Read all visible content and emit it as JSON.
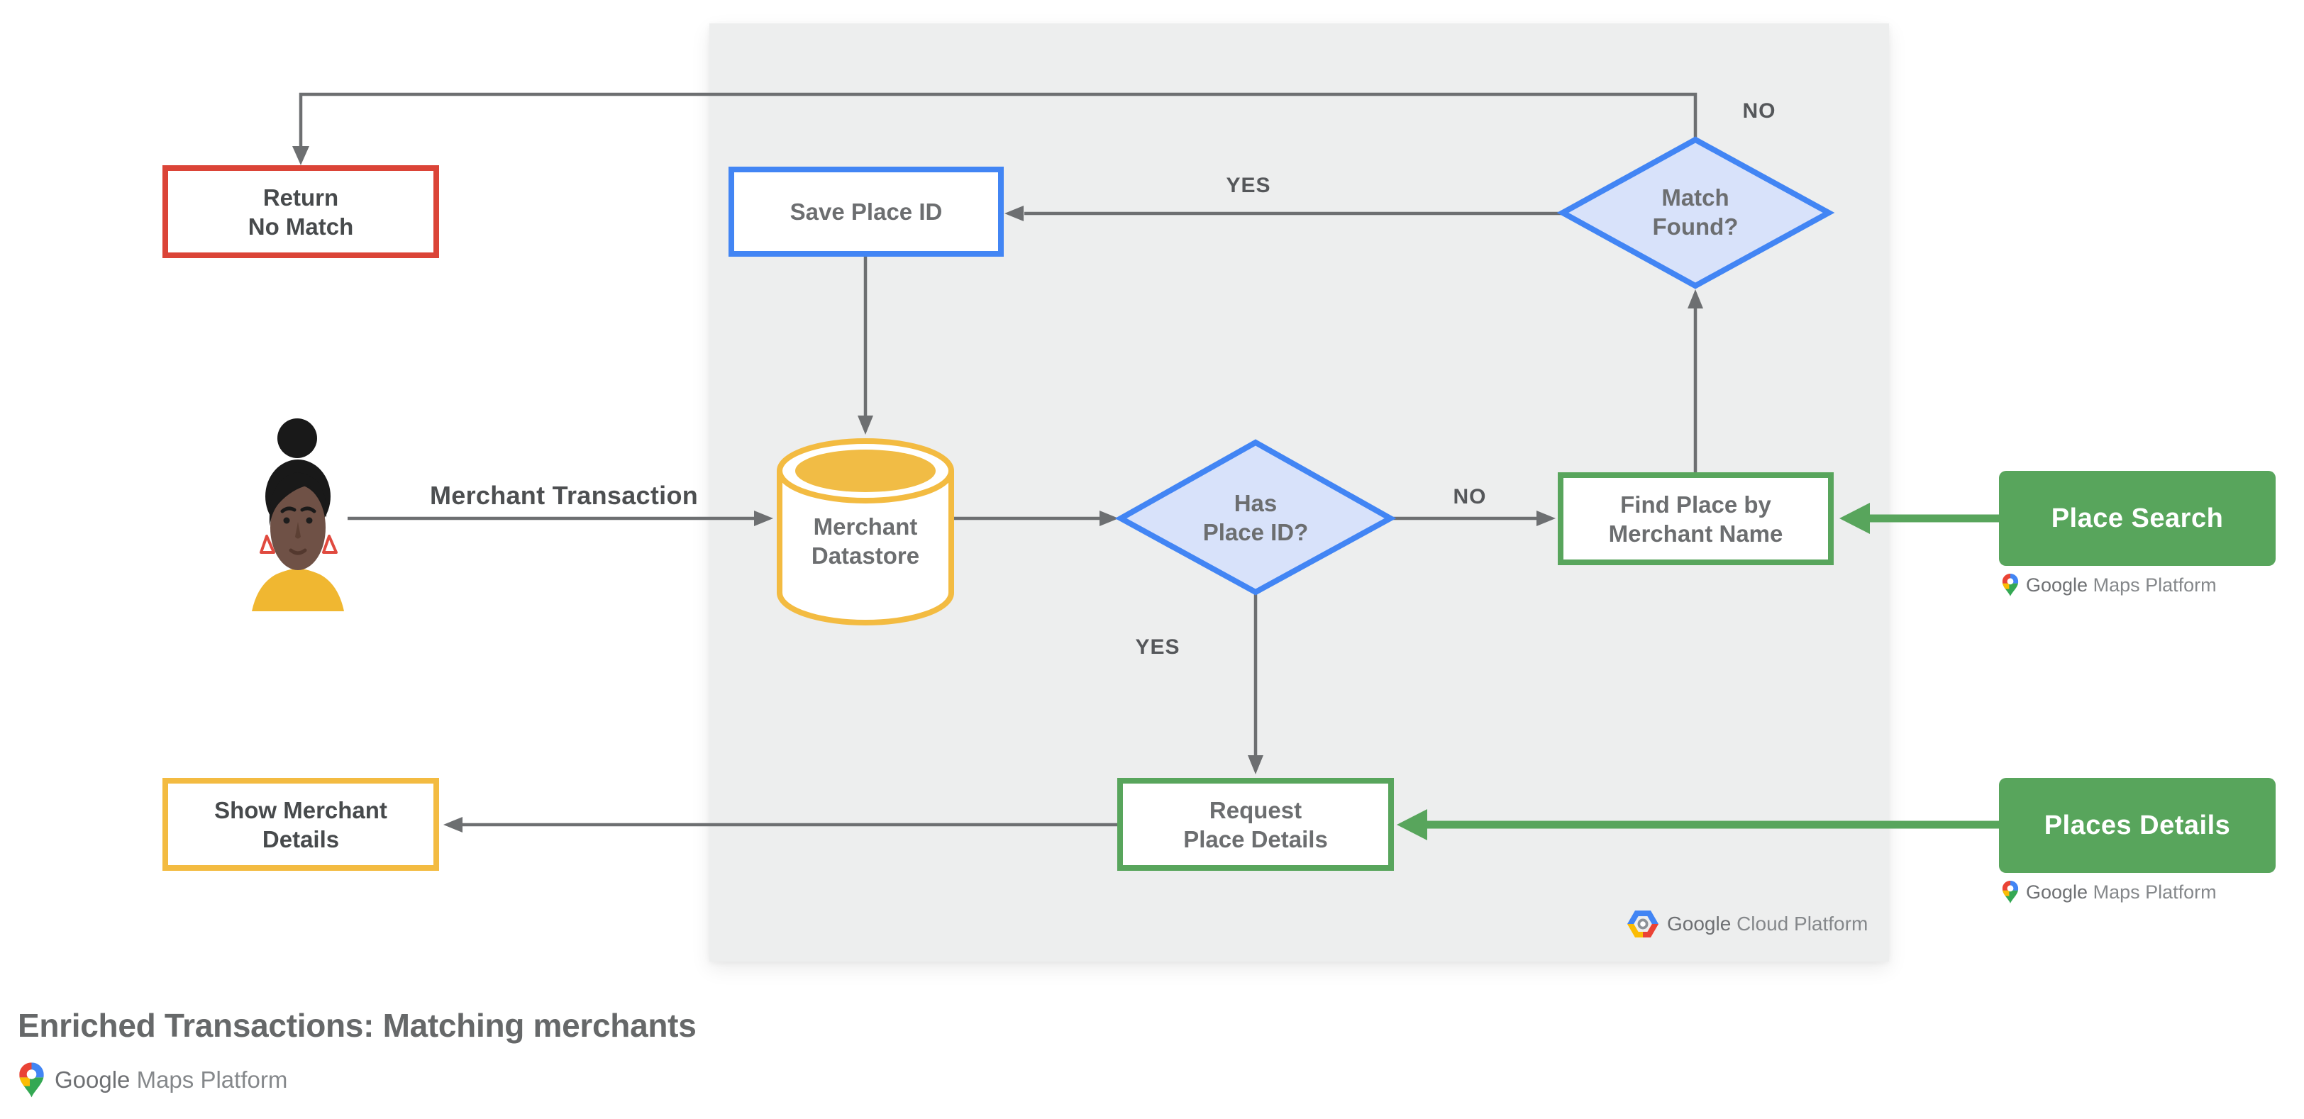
{
  "title": "Enriched Transactions: Matching merchants",
  "nodes": {
    "return_no_match": {
      "line1": "Return",
      "line2": "No Match"
    },
    "save_place_id": {
      "label": "Save Place ID"
    },
    "match_found": {
      "line1": "Match",
      "line2": "Found?"
    },
    "merchant_datastore": {
      "line1": "Merchant",
      "line2": "Datastore"
    },
    "has_place_id": {
      "line1": "Has",
      "line2": "Place ID?"
    },
    "find_place": {
      "line1": "Find Place by",
      "line2": "Merchant Name"
    },
    "request_place_details": {
      "line1": "Request",
      "line2": "Place Details"
    },
    "show_merchant_details": {
      "line1": "Show Merchant",
      "line2": "Details"
    }
  },
  "buttons": {
    "place_search": {
      "label": "Place Search"
    },
    "places_details": {
      "label": "Places Details"
    }
  },
  "edges": {
    "merchant_transaction": "Merchant Transaction",
    "yes_match_found": "YES",
    "no_match_found": "NO",
    "no_has_place_id": "NO",
    "yes_has_place_id": "YES"
  },
  "logos": {
    "maps_platform": {
      "brand": "Google",
      "product": "Maps Platform"
    },
    "cloud_platform": {
      "brand": "Google",
      "product": "Cloud Platform"
    }
  },
  "colors": {
    "red": "#DB4437",
    "blue": "#4285F4",
    "blue_fill": "#D8E2FA",
    "yellow": "#F3BB41",
    "green": "#58A55C",
    "arrow_gray": "#6D6F71",
    "panel_gray": "#EDEEEE"
  }
}
